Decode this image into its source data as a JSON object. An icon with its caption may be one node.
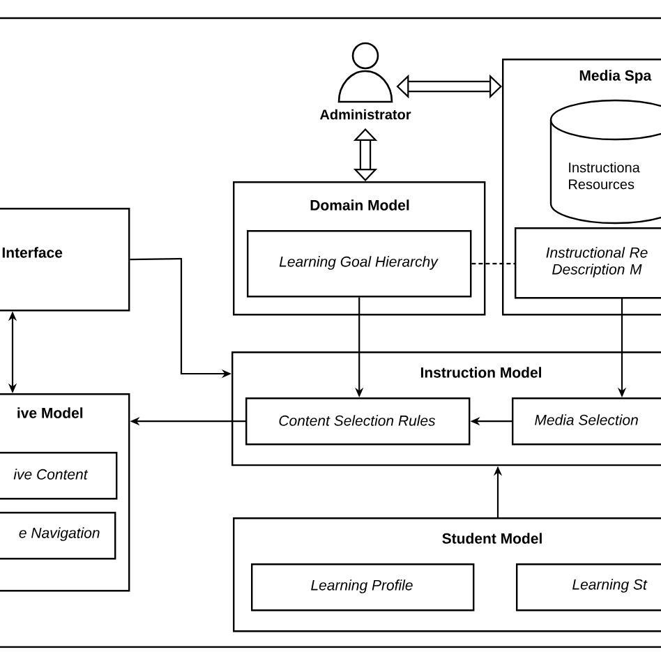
{
  "diagram": {
    "nodes": [
      {
        "text": [
          "Administrator"
        ]
      },
      {
        "text": [
          "Media Spa"
        ]
      },
      {
        "text": [
          "Instructiona Resources"
        ],
        "in": 1
      },
      {
        "text": [
          "Instructional Re Description M"
        ],
        "in": 1
      },
      {
        "text": [
          "Domain Model"
        ]
      },
      {
        "text": [
          "Learning Goal Hierarchy"
        ],
        "in": 4
      },
      {
        "text": [
          "Interface"
        ]
      },
      {
        "text": [
          "Instruction Model"
        ]
      },
      {
        "text": [
          "Content Selection Rules"
        ],
        "in": 7
      },
      {
        "text": [
          "Media Selection"
        ],
        "in": 7
      },
      {
        "text": [
          "ive Model"
        ]
      },
      {
        "text": [
          "ive Content"
        ],
        "in": 10
      },
      {
        "text": [
          "e Navigation"
        ],
        "in": 10
      },
      {
        "text": [
          "Student Model"
        ]
      },
      {
        "text": [
          "Learning Profile"
        ],
        "in": 13
      },
      {
        "text": [
          "Learning St"
        ],
        "in": 13
      }
    ],
    "edges": [
      {
        "from": 0,
        "to": 1,
        "arrow": "both",
        "style": "thick"
      },
      {
        "from": 0,
        "to": 4,
        "arrow": "both",
        "style": "thick"
      },
      {
        "from": 5,
        "to": 3,
        "arrow": "none",
        "style": "dashed"
      },
      {
        "from": 5,
        "to": 8,
        "arrow": "to"
      },
      {
        "from": 3,
        "to": 9,
        "arrow": "to"
      },
      {
        "from": 6,
        "to": 7,
        "arrow": "to"
      },
      {
        "from": 6,
        "to": 10,
        "arrow": "both"
      },
      {
        "from": 9,
        "to": 8,
        "arrow": "to"
      },
      {
        "from": 8,
        "to": 10,
        "arrow": "to"
      },
      {
        "from": 13,
        "to": 7,
        "arrow": "to"
      }
    ]
  }
}
